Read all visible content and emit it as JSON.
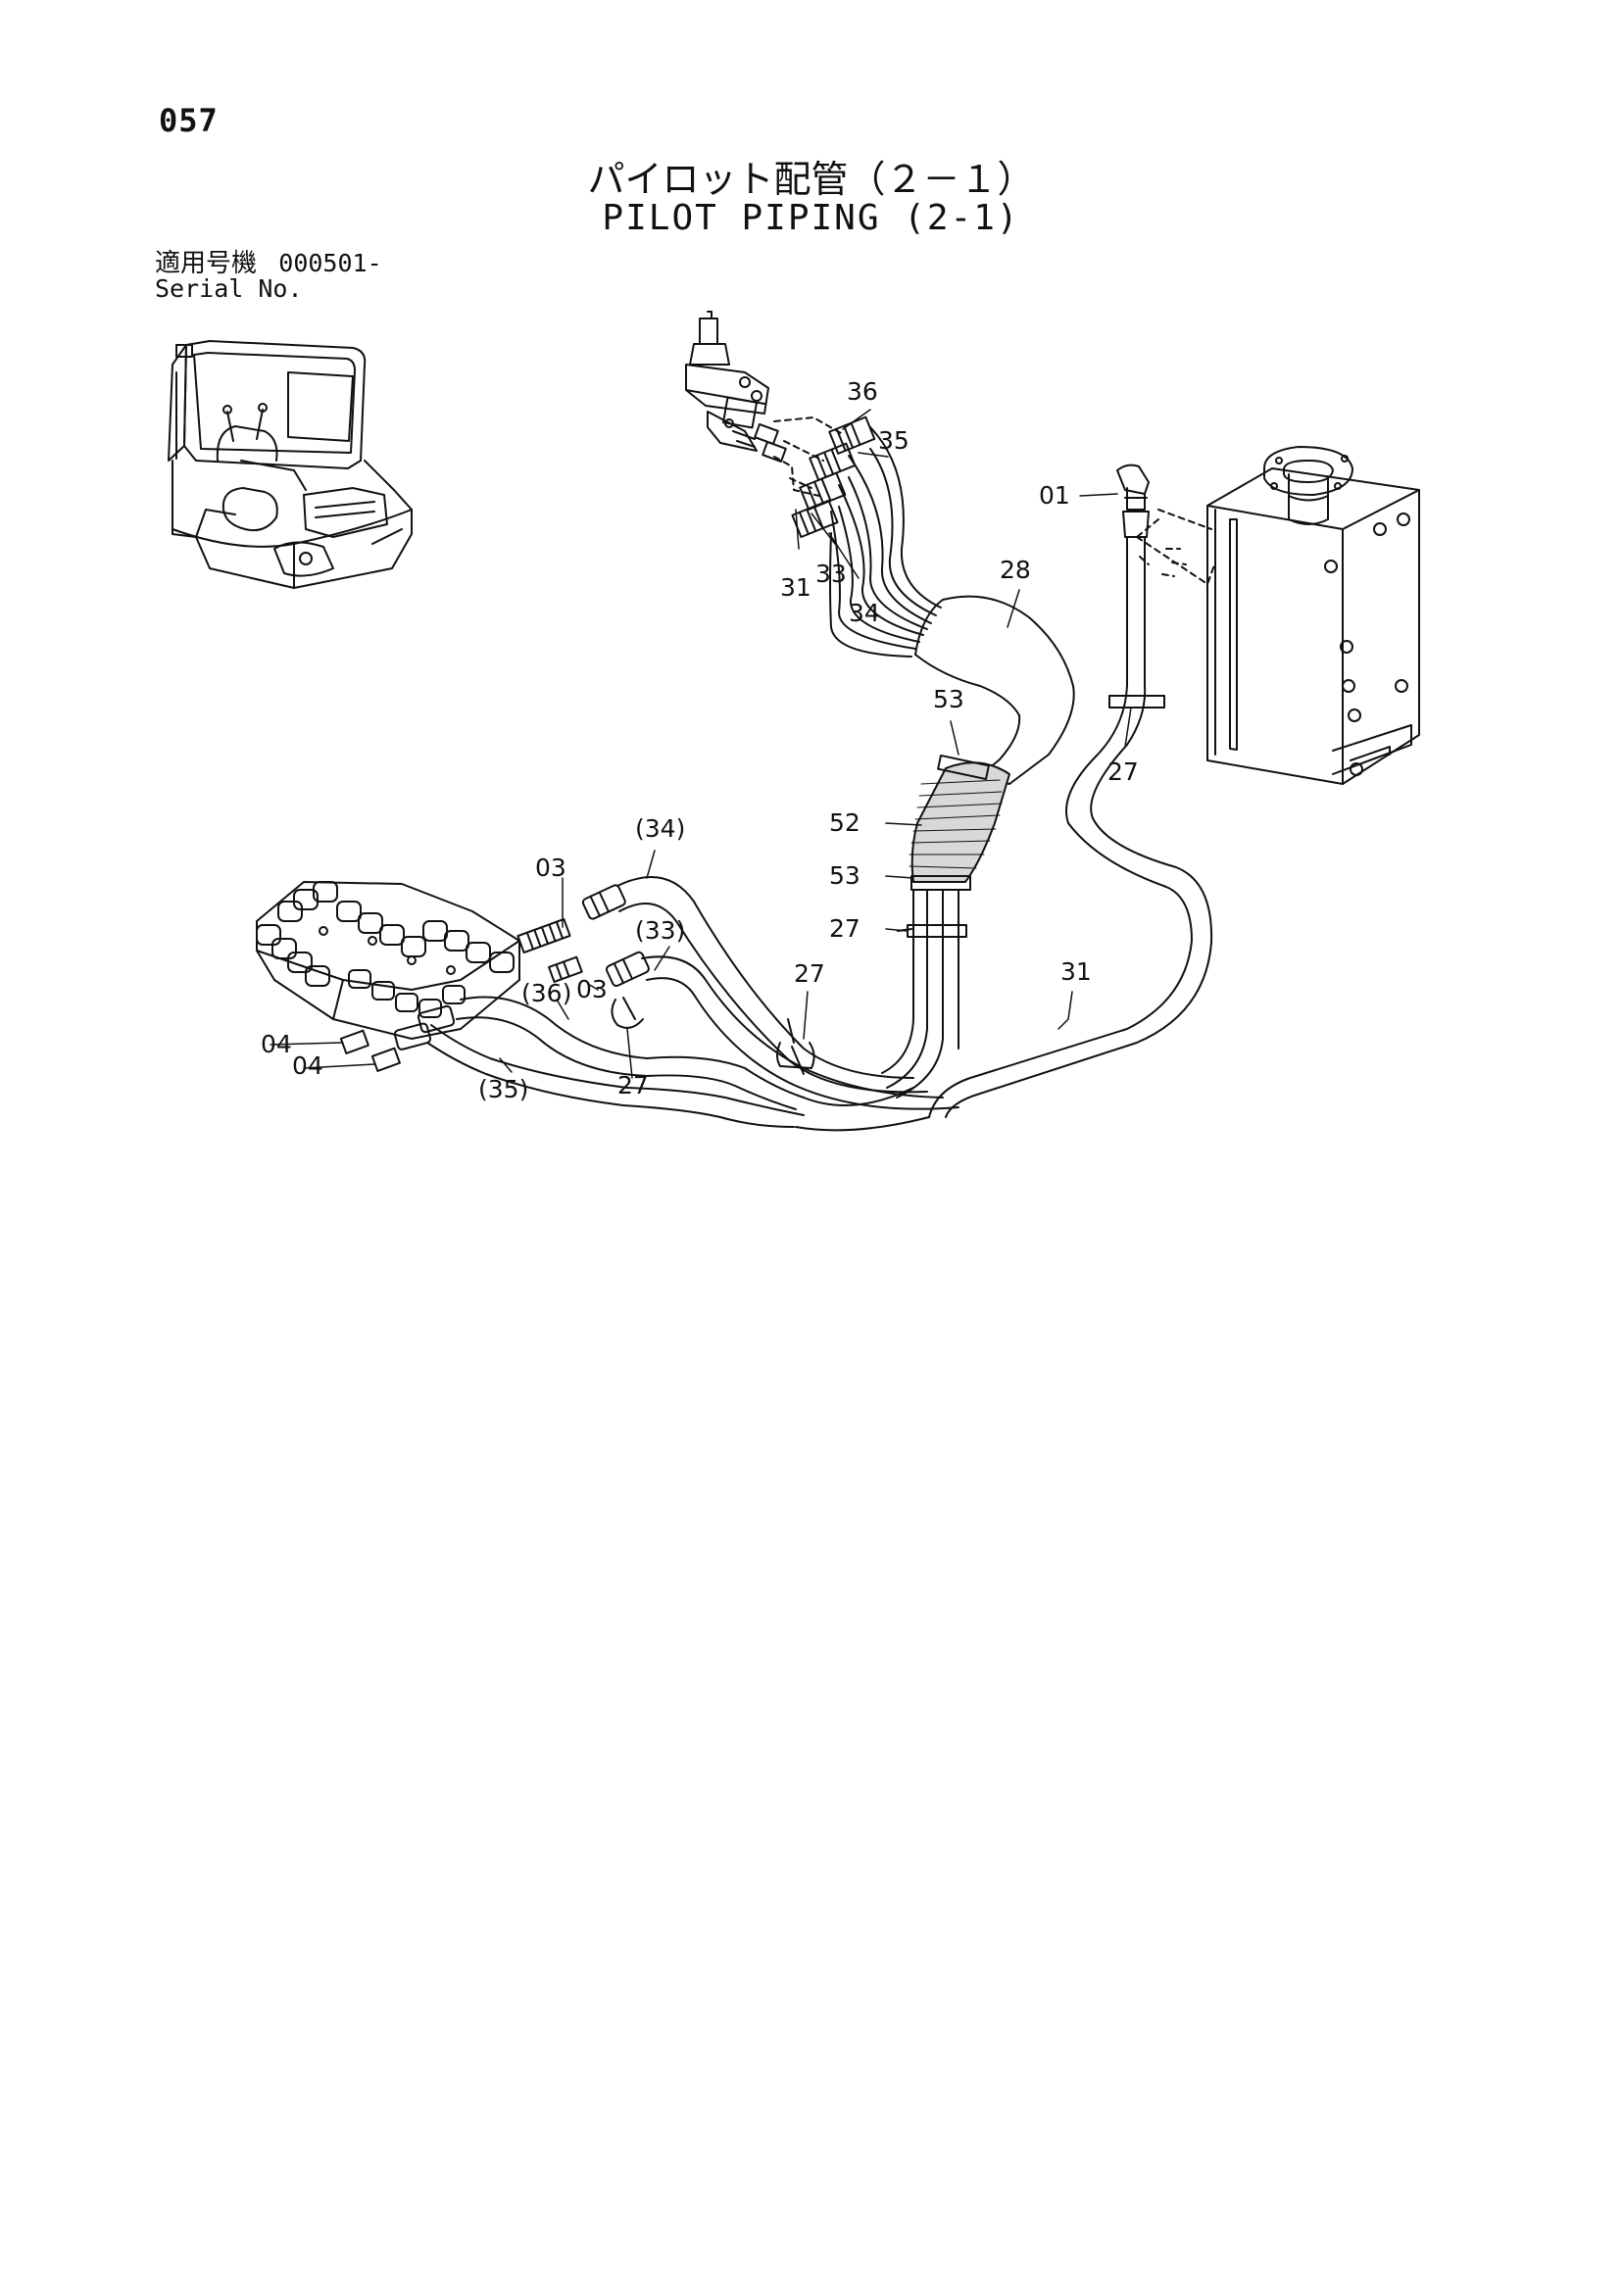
{
  "page": {
    "number": "057",
    "title_jp": "パイロット配管（２－１）",
    "title_en": "PILOT PIPING (2-1)"
  },
  "serial": {
    "label_jp": "適用号機",
    "value": "000501-",
    "label_en": "Serial No."
  },
  "callouts": {
    "c36": "36",
    "c35": "35",
    "c01": "01",
    "c28": "28",
    "c31a": "31",
    "c33a": "33",
    "c34a": "34",
    "c53a": "53",
    "c27a": "27",
    "c52": "52",
    "c34p": "(34)",
    "c03a": "03",
    "c53b": "53",
    "c27b": "27",
    "c33p": "(33)",
    "c31b": "31",
    "c27c": "27",
    "c36p": "(36)",
    "c03b": "03",
    "c04a": "04",
    "c04b": "04",
    "c35p": "(35)",
    "c27d": "27"
  }
}
